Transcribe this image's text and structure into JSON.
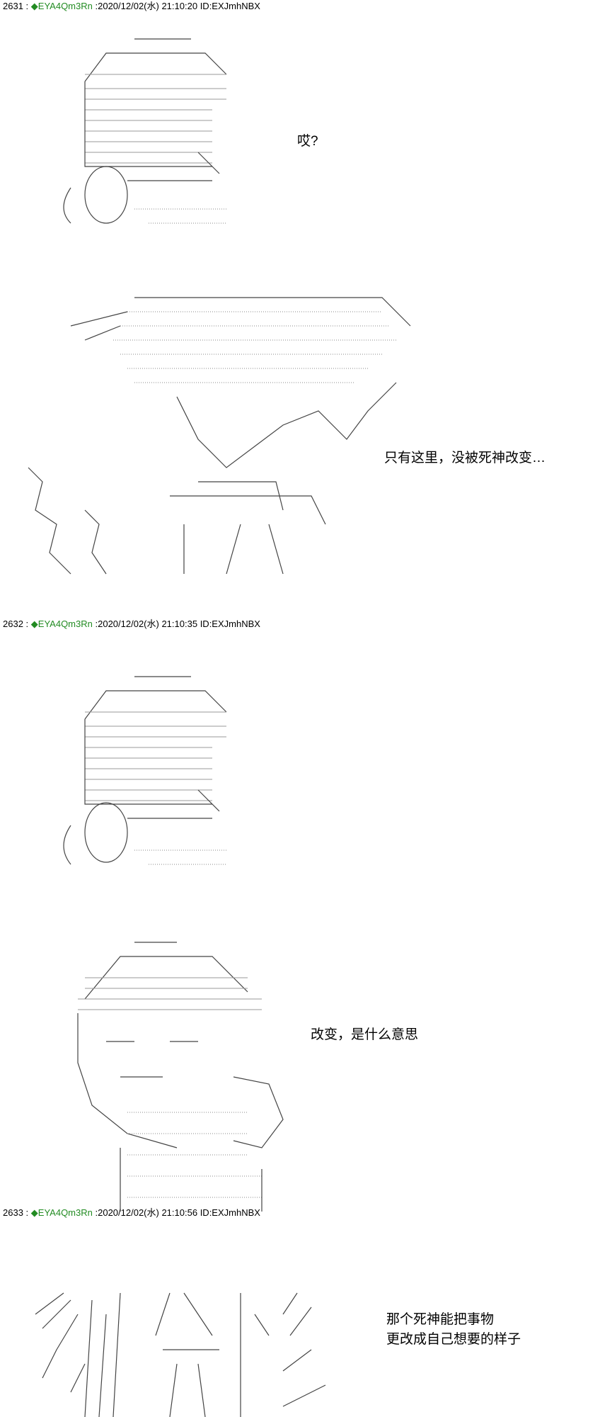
{
  "posts": [
    {
      "number": "2631",
      "separator": ":",
      "trip": "◆EYA4Qm3Rn",
      "date": ":2020/12/02(水) 21:10:20",
      "id": "ID:EXJmhNBX",
      "lines": [
        "哎?",
        "只有这里，没被死神改变…"
      ]
    },
    {
      "number": "2632",
      "separator": ":",
      "trip": "◆EYA4Qm3Rn",
      "date": ":2020/12/02(水) 21:10:35",
      "id": "ID:EXJmhNBX",
      "lines": [
        "改变，是什么意思"
      ]
    },
    {
      "number": "2633",
      "separator": ":",
      "trip": "◆EYA4Qm3Rn",
      "date": ":2020/12/02(水) 21:10:56",
      "id": "ID:EXJmhNBX",
      "lines": [
        "那个死神能把事物",
        "更改成自己想要的样子"
      ]
    }
  ]
}
